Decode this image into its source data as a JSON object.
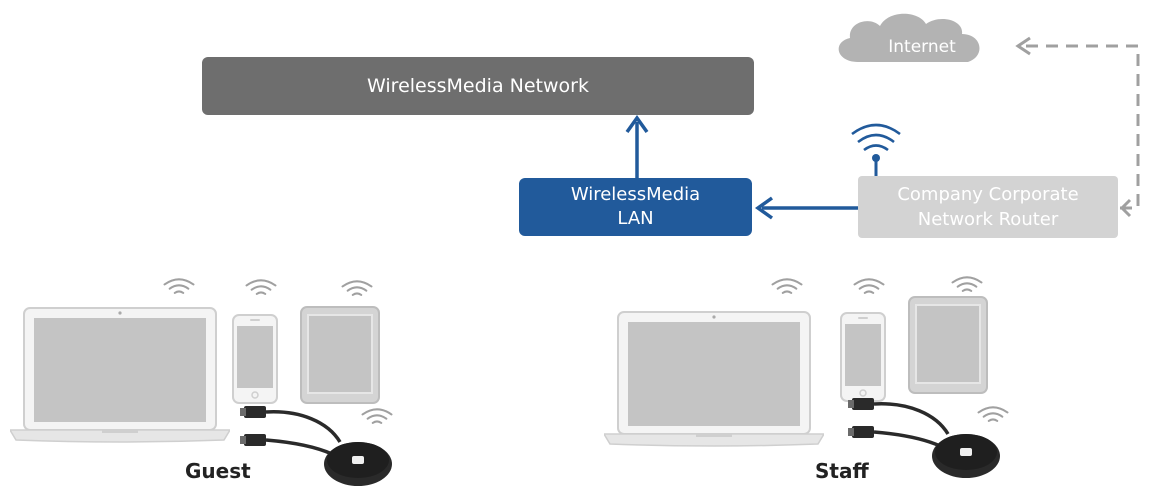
{
  "diagram": {
    "network_box": {
      "label": "WirelessMedia Network"
    },
    "lan_box": {
      "line1": "WirelessMedia",
      "line2": "LAN"
    },
    "router_box": {
      "line1": "Company Corporate",
      "line2": "Network Router"
    },
    "internet_cloud": {
      "label": "Internet"
    },
    "groups": [
      {
        "label": "Guest"
      },
      {
        "label": "Staff"
      }
    ]
  },
  "colors": {
    "network_box": "#6e6e6e",
    "lan_box": "#215a9b",
    "router_box": "#d3d3d3",
    "internet_cloud": "#b3b3b3",
    "arrow_blue": "#215a9b",
    "dashed_line": "#a0a0a0",
    "device_gray": "#cfcfcf",
    "screen_gray": "#c4c4c4",
    "button_dark": "#222222"
  },
  "icons": [
    "wifi-icon",
    "antenna-icon",
    "laptop-icon",
    "phone-icon",
    "tablet-icon",
    "click-share-button-icon",
    "cloud-icon"
  ]
}
